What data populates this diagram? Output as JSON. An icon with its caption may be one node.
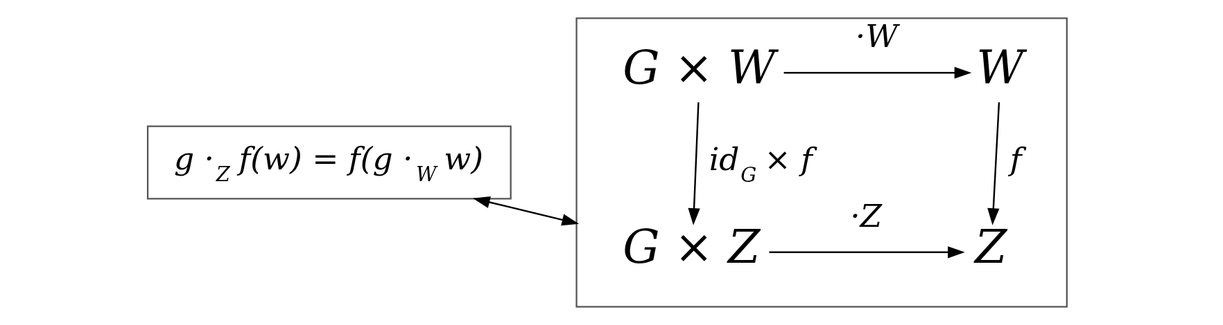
{
  "diagram": {
    "nodes": [
      {
        "text": [
          "g ·$_{Z}$ f(w) = f(g ·$_{W}$ w)"
        ]
      },
      {
        "text": [],
        "shape": "box"
      },
      {
        "text": [
          "G × W"
        ],
        "in": 1
      },
      {
        "text": [
          "W"
        ],
        "in": 1
      },
      {
        "text": [
          "G × Z"
        ],
        "in": 1
      },
      {
        "text": [
          "Z"
        ],
        "in": 1
      }
    ],
    "edges": [
      {
        "from": 0,
        "to": 1,
        "arrow": "both"
      },
      {
        "from": 2,
        "to": 3,
        "arrow": "to",
        "label": "·W"
      },
      {
        "from": 2,
        "to": 4,
        "arrow": "to",
        "label": "id$_{G}$ × f"
      },
      {
        "from": 3,
        "to": 5,
        "arrow": "to",
        "label": "f"
      },
      {
        "from": 4,
        "to": 5,
        "arrow": "to",
        "label": "·Z"
      }
    ]
  }
}
